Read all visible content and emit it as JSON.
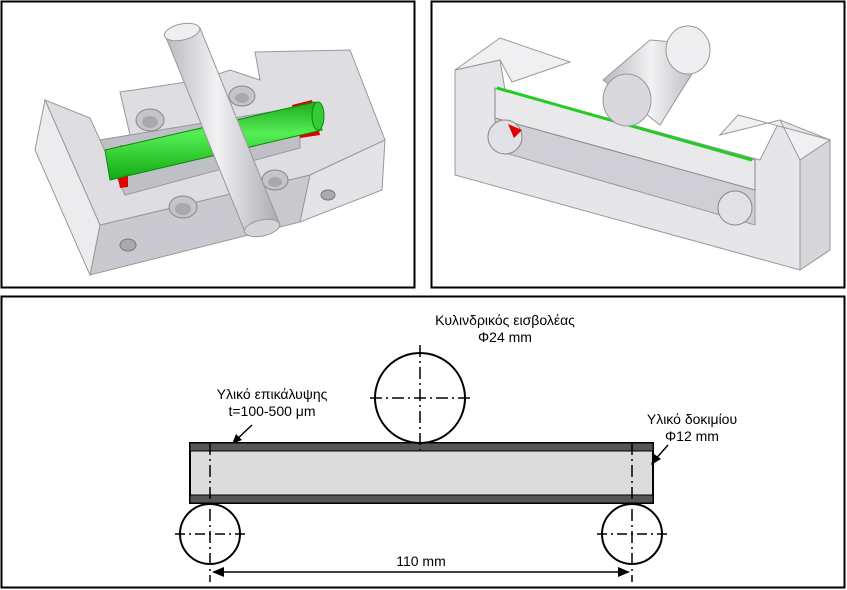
{
  "panels": {
    "top_left": {
      "content": "3D view of three-point bending fixture with cylindrical rod specimen"
    },
    "top_right": {
      "content": "3D sectioned view of fixture with cylindrical indenter on beam"
    }
  },
  "labels": {
    "indenter_name": "Κυλινδρικός εισβολέας",
    "indenter_size": "Φ24 mm",
    "coating_name": "Υλικό επικάλυψης",
    "coating_thickness": "t=100-500 μm",
    "specimen_name": "Υλικό δοκιμίου",
    "specimen_size": "Φ12 mm",
    "span": "110 mm"
  },
  "colors": {
    "fixture_gray": "#d9d9de",
    "specimen_green": "#22cc22",
    "marker_red": "#e00000",
    "beam_fill": "#dcdcdc"
  }
}
